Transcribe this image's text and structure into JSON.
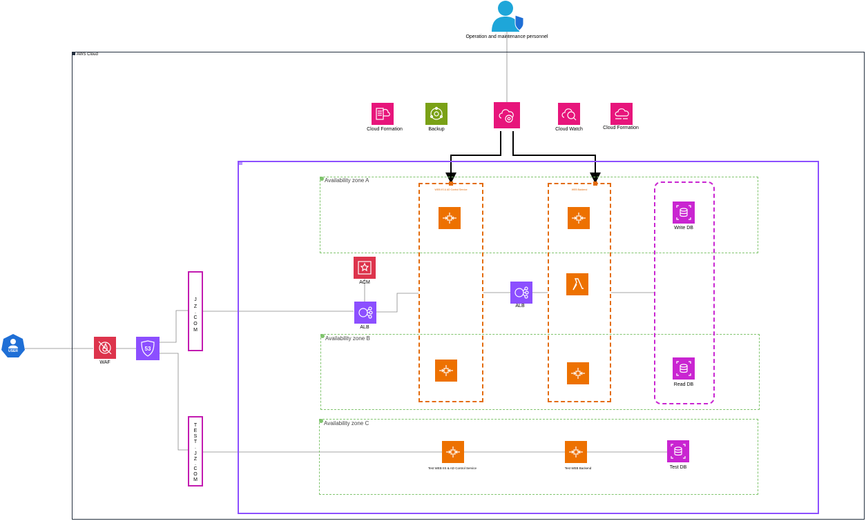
{
  "operator": {
    "label": "Operation and maintenance personnel"
  },
  "cloud": {
    "label": "AWS Cloud"
  },
  "top_services": [
    {
      "label": "Cloud Formation",
      "icon": "cloudformation-icon"
    },
    {
      "label": "Backup",
      "icon": "backup-icon"
    },
    {
      "label": "",
      "icon": "cloud-config-icon"
    },
    {
      "label": "Cloud Watch",
      "icon": "cloudwatch-icon"
    },
    {
      "label": "Cloud Formation",
      "icon": "cloudformation-icon"
    }
  ],
  "zones": {
    "a": "Availability zone A",
    "b": "Availability zone B",
    "c": "Availability zone C"
  },
  "groups": {
    "web": "WEB IIS & AD Control Service",
    "backend": "WEB Backend"
  },
  "nodes": {
    "user": "USER",
    "waf": "WAF",
    "route53": "53",
    "acm": "ACM",
    "alb1": "ALB",
    "alb2": "ALB",
    "write_db": "Write DB",
    "read_db": "Read DB",
    "test_web": "Test WEB IIS & AD Control Service",
    "test_backend": "Test WEB Backend",
    "test_db": "Test DB"
  },
  "domains": {
    "prod": [
      "J",
      "Z",
      ".",
      "C",
      "O",
      "M"
    ],
    "test": [
      "T",
      "E",
      "S",
      "T",
      ".",
      "J",
      "Z",
      ".",
      "C",
      "O",
      "M"
    ]
  },
  "colors": {
    "pink": "#e7157b",
    "green": "#7aa116",
    "orange": "#ed7100",
    "purple": "#8c4fff",
    "red": "#dd344c",
    "magenta": "#c925d1",
    "user_blue": "#1f6fd6",
    "vpc": "#8c4fff",
    "zone": "#7fc46c",
    "domain_box": "#c21ab0"
  }
}
